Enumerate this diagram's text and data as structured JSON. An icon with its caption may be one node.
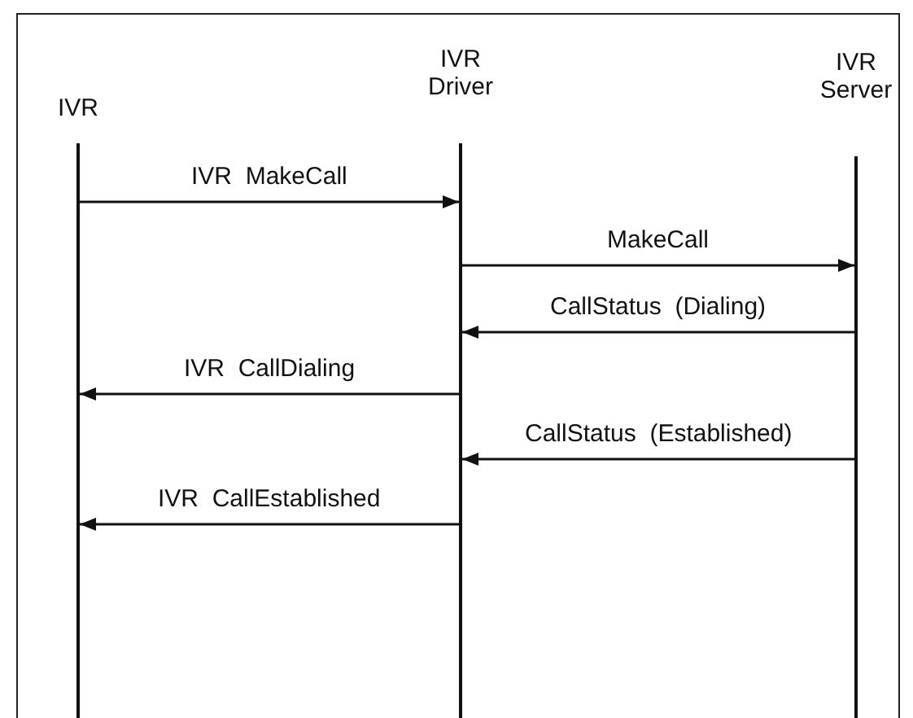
{
  "diagram": {
    "nodes": [
      {
        "text": [
          "IVR"
        ]
      },
      {
        "text": [
          "IVR Driver"
        ]
      },
      {
        "text": [
          "IVR Server"
        ]
      }
    ],
    "edges": [
      {
        "from": 0,
        "to": 1,
        "arrow": "to",
        "label": "IVR  MakeCall"
      },
      {
        "from": 1,
        "to": 2,
        "arrow": "to",
        "label": "MakeCall"
      },
      {
        "from": 2,
        "to": 1,
        "arrow": "to",
        "label": "CallStatus  (Dialing)"
      },
      {
        "from": 1,
        "to": 0,
        "arrow": "to",
        "label": "IVR  CallDialing"
      },
      {
        "from": 2,
        "to": 1,
        "arrow": "to",
        "label": "CallStatus  (Established)"
      },
      {
        "from": 1,
        "to": 0,
        "arrow": "to",
        "label": "IVR  CallEstablished"
      }
    ]
  }
}
